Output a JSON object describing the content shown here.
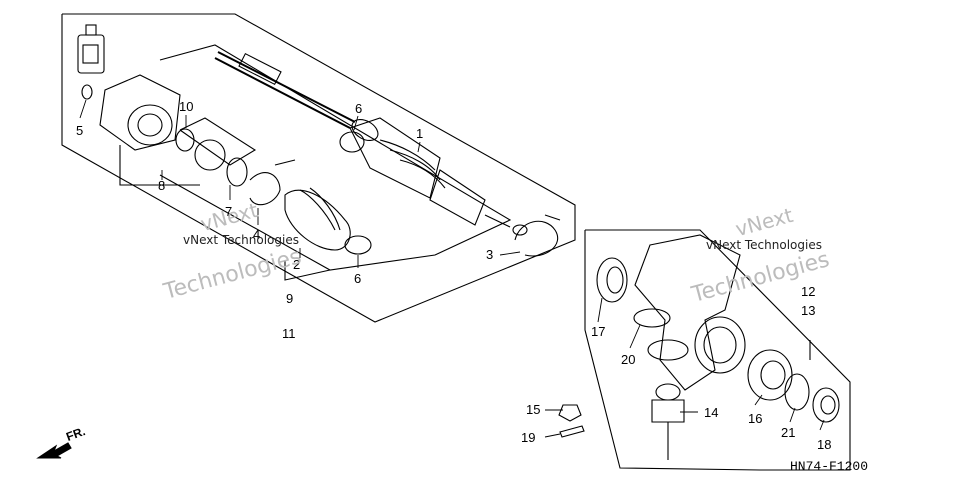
{
  "callouts": [
    "1",
    "2",
    "3",
    "4",
    "5",
    "6",
    "6",
    "7",
    "8",
    "9",
    "10",
    "11",
    "12",
    "13",
    "14",
    "15",
    "16",
    "17",
    "18",
    "19",
    "20",
    "21"
  ],
  "watermark": {
    "line1": "vNext Technologies",
    "line2": "vNext",
    "line3": "Technologies"
  },
  "direction_label": "FR.",
  "diagram_code": "HN74-F1200"
}
